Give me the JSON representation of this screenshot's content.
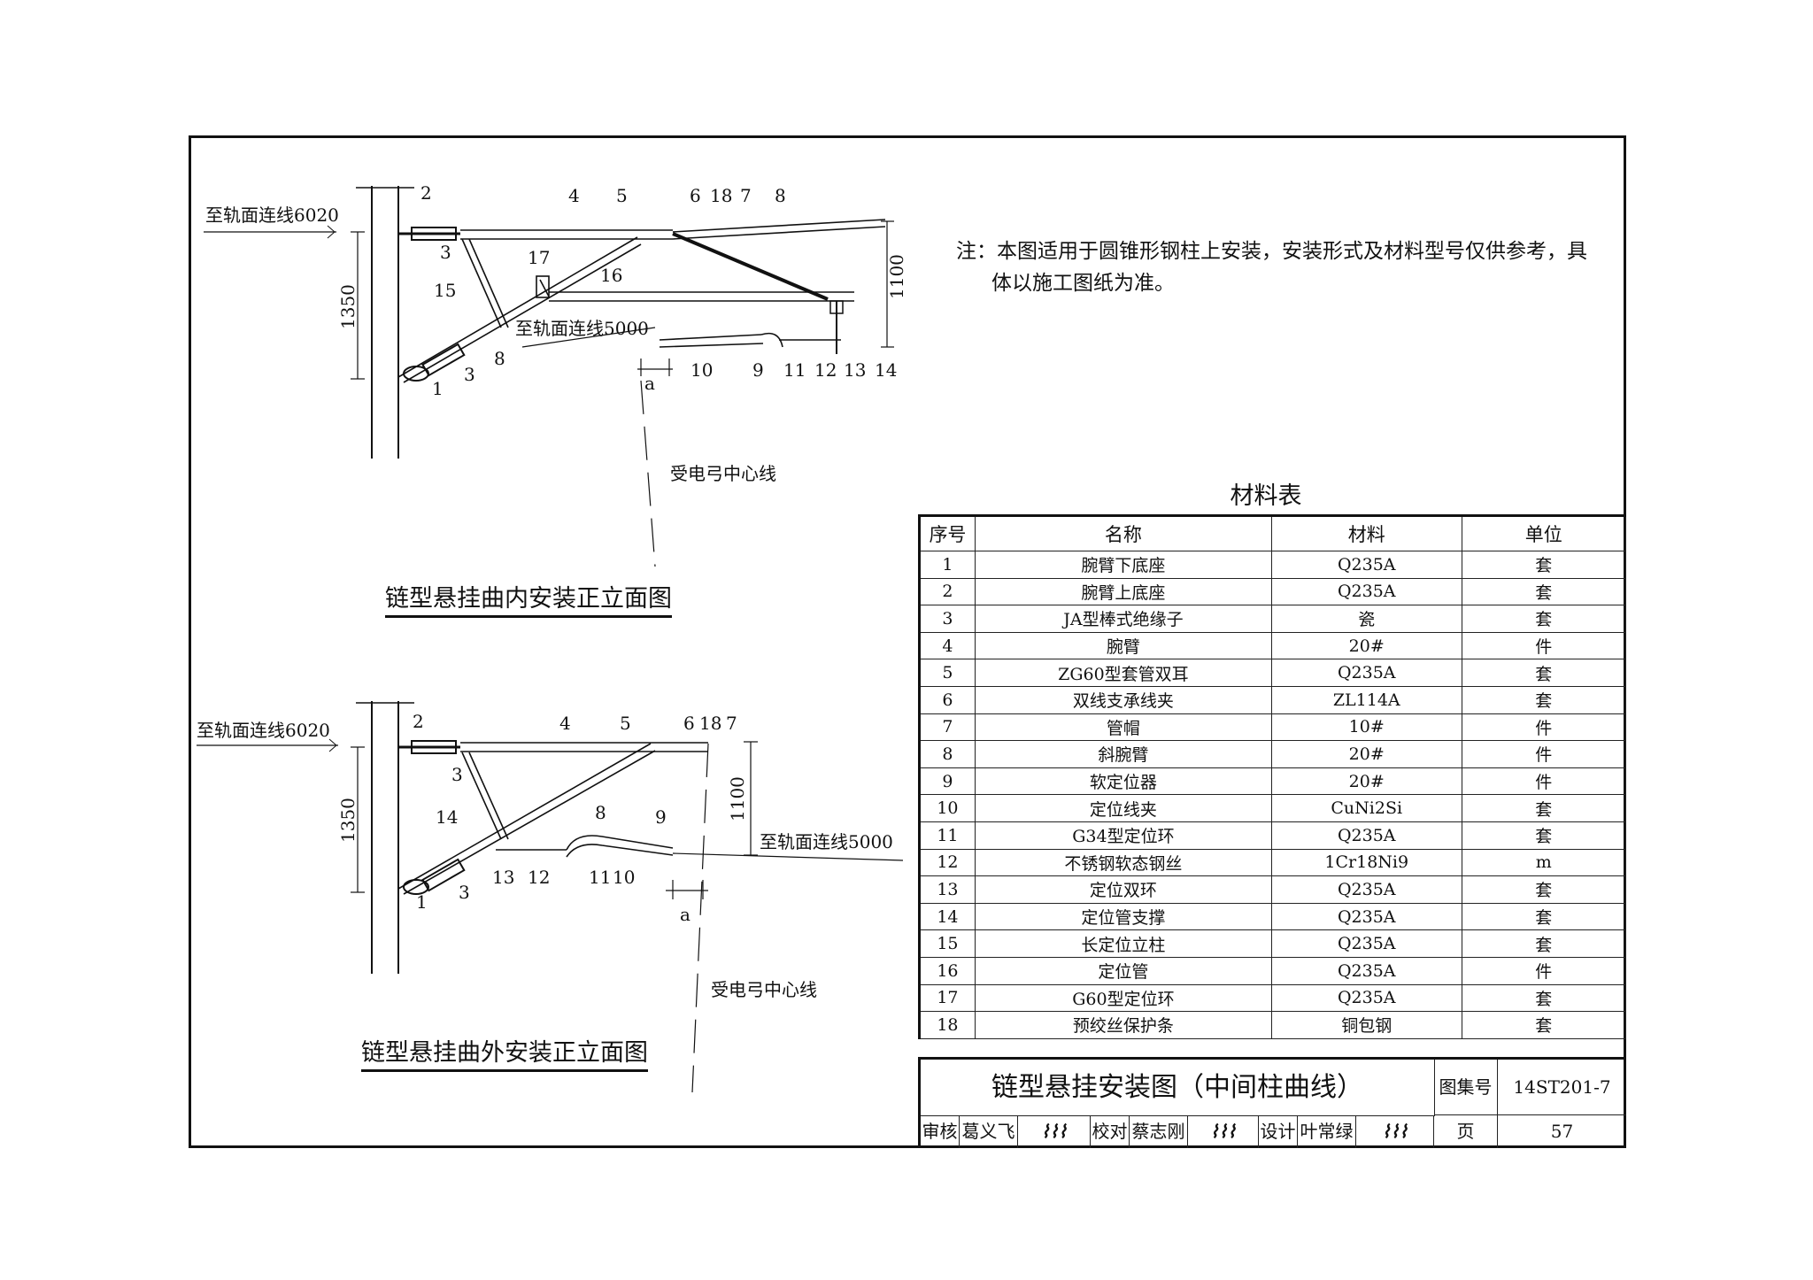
{
  "diagram1": {
    "title": "链型悬挂曲内安装正立面图",
    "labels": {
      "rail_6020": "至轨面连线6020",
      "rail_5000": "至轨面连线5000",
      "dim_1350": "1350",
      "dim_1100": "1100",
      "dim_a": "a",
      "centerline": "受电弓中心线"
    },
    "callouts": [
      "1",
      "2",
      "3",
      "3",
      "4",
      "5",
      "6",
      "18",
      "7",
      "8",
      "8",
      "9",
      "10",
      "11",
      "12",
      "13",
      "14",
      "15",
      "16",
      "17"
    ]
  },
  "diagram2": {
    "title": "链型悬挂曲外安装正立面图",
    "labels": {
      "rail_6020": "至轨面连线6020",
      "rail_5000": "至轨面连线5000",
      "dim_1350": "1350",
      "dim_1100": "1100",
      "dim_a": "a",
      "centerline": "受电弓中心线"
    },
    "callouts": [
      "1",
      "2",
      "3",
      "3",
      "4",
      "5",
      "6",
      "18",
      "7",
      "8",
      "9",
      "10",
      "11",
      "12",
      "13",
      "14"
    ]
  },
  "note": {
    "line1": "注：本图适用于圆锥形钢柱上安装，安装形式及材料型号仅供参考，具",
    "line2": "体以施工图纸为准。"
  },
  "materials": {
    "title": "材料表",
    "headers": [
      "序号",
      "名称",
      "材料",
      "单位"
    ],
    "rows": [
      [
        "1",
        "腕臂下底座",
        "Q235A",
        "套"
      ],
      [
        "2",
        "腕臂上底座",
        "Q235A",
        "套"
      ],
      [
        "3",
        "JA型棒式绝缘子",
        "瓷",
        "套"
      ],
      [
        "4",
        "腕臂",
        "20#",
        "件"
      ],
      [
        "5",
        "ZG60型套管双耳",
        "Q235A",
        "套"
      ],
      [
        "6",
        "双线支承线夹",
        "ZL114A",
        "套"
      ],
      [
        "7",
        "管帽",
        "10#",
        "件"
      ],
      [
        "8",
        "斜腕臂",
        "20#",
        "件"
      ],
      [
        "9",
        "软定位器",
        "20#",
        "件"
      ],
      [
        "10",
        "定位线夹",
        "CuNi2Si",
        "套"
      ],
      [
        "11",
        "G34型定位环",
        "Q235A",
        "套"
      ],
      [
        "12",
        "不锈钢软态钢丝",
        "1Cr18Ni9",
        "m"
      ],
      [
        "13",
        "定位双环",
        "Q235A",
        "套"
      ],
      [
        "14",
        "定位管支撑",
        "Q235A",
        "套"
      ],
      [
        "15",
        "长定位立柱",
        "Q235A",
        "套"
      ],
      [
        "16",
        "定位管",
        "Q235A",
        "件"
      ],
      [
        "17",
        "G60型定位环",
        "Q235A",
        "套"
      ],
      [
        "18",
        "预绞丝保护条",
        "铜包钢",
        "套"
      ]
    ]
  },
  "title_block": {
    "title": "链型悬挂安装图（中间柱曲线）",
    "atlas_label": "图集号",
    "atlas_no": "14ST201-7",
    "review_label": "审核",
    "review_name": "葛义飞",
    "check_label": "校对",
    "check_name": "蔡志刚",
    "design_label": "设计",
    "design_name": "叶常绿",
    "page_label": "页",
    "page_no": "57"
  }
}
